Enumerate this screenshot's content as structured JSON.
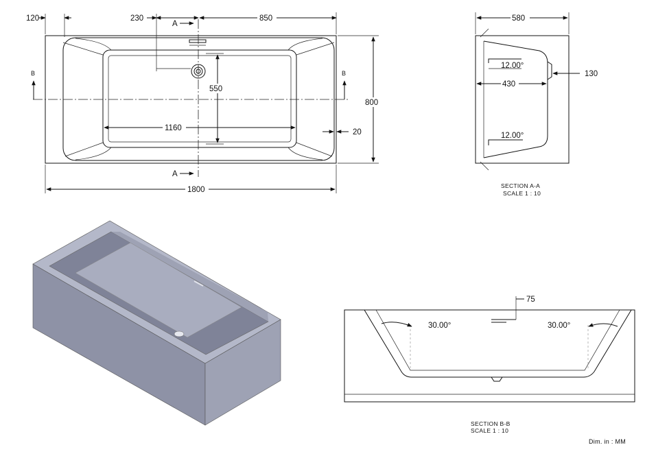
{
  "top_view": {
    "dims": {
      "d120": "120",
      "d230": "230",
      "d850": "850",
      "d550": "550",
      "d800": "800",
      "d1160": "1160",
      "d20": "20",
      "d1800": "1800"
    },
    "cut_a_top": "A",
    "cut_a_bottom": "A",
    "cut_b_left": "B",
    "cut_b_right": "B"
  },
  "section_aa": {
    "dims": {
      "d580": "580",
      "d130": "130",
      "d430": "430"
    },
    "angle_top": "12.00°",
    "angle_bottom": "12.00°",
    "title": "SECTION A-A",
    "scale": "SCALE 1 : 10"
  },
  "section_bb": {
    "dims": {
      "d75": "75"
    },
    "angle_left": "30.00°",
    "angle_right": "30.00°",
    "title": "SECTION B-B",
    "scale": "SCALE 1 : 10"
  },
  "units_note": "Dim. in : MM",
  "colors": {
    "tub_top": "#b4b8c9",
    "tub_front": "#8e92a6",
    "tub_side": "#9ea2b4",
    "tub_inner": "#7f8398",
    "tub_floor": "#a9adbf",
    "line": "#111111"
  }
}
